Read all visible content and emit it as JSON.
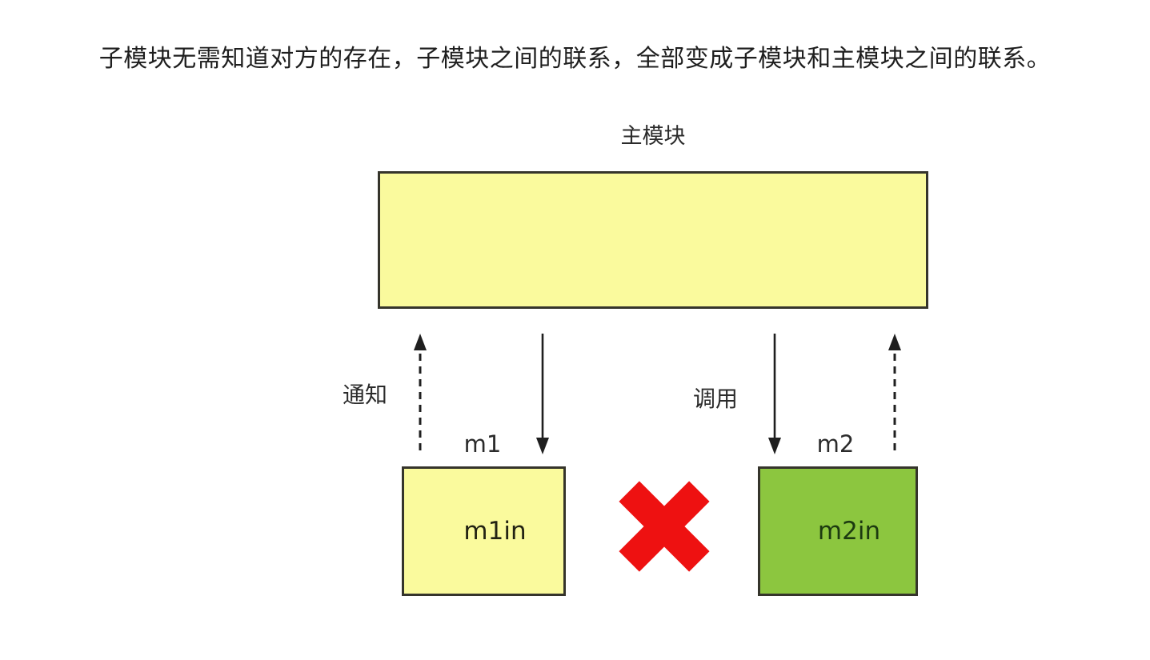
{
  "caption": "子模块无需知道对方的存在，子模块之间的联系，全部变成子模块和主模块之间的联系。",
  "diagram": {
    "main_module_label": "主模块",
    "notify_label": "通知",
    "call_label": "调用",
    "m1_label": "m1",
    "m2_label": "m2",
    "m1_inner_label": "m1in",
    "m2_inner_label": "m2in",
    "forbidden_icon": "red-cross"
  },
  "colors": {
    "yellow": "#fafa9d",
    "green": "#8cc63f",
    "red": "#ee1111",
    "border": "#35342b"
  }
}
